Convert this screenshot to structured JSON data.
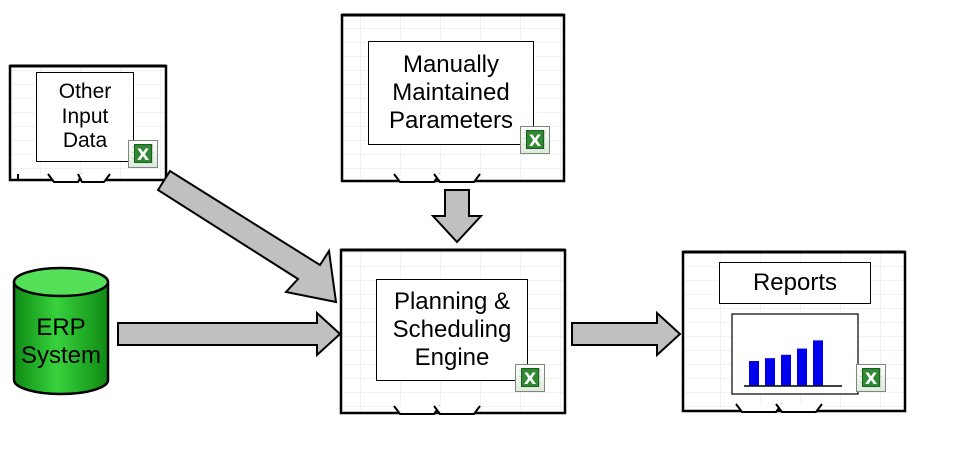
{
  "nodes": {
    "other_input": {
      "lines": [
        "Other",
        "Input",
        "Data"
      ]
    },
    "manual_params": {
      "lines": [
        "Manually",
        "Maintained",
        "Parameters"
      ]
    },
    "erp": {
      "lines": [
        "ERP",
        "System"
      ]
    },
    "engine": {
      "lines": [
        "Planning &",
        "Scheduling",
        "Engine"
      ]
    },
    "reports": {
      "title": "Reports"
    }
  },
  "icons": {
    "excel": "excel-icon",
    "database": "database-cylinder-icon",
    "bar_chart": "bar-chart-icon"
  },
  "colors": {
    "arrow_fill": "#c0c0c0",
    "cylinder_green": "#22bb22",
    "bar_blue": "#0000ee"
  },
  "report_bars": [
    0.52,
    0.58,
    0.65,
    0.78,
    0.95
  ]
}
